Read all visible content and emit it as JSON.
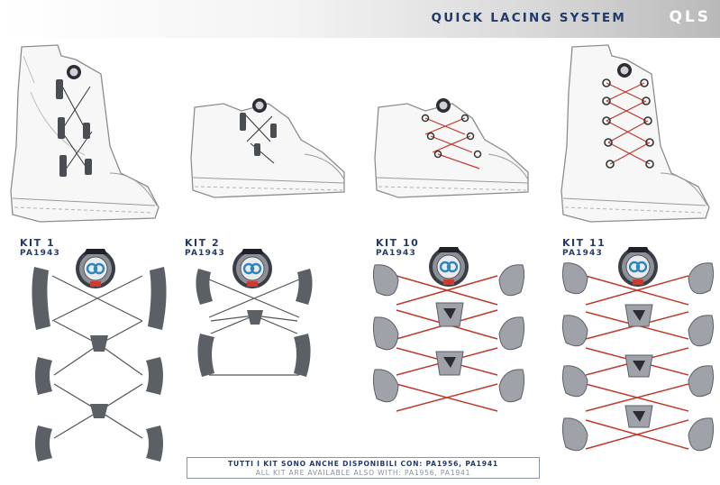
{
  "header": {
    "title": "QUICK LACING SYSTEM",
    "code": "QLS"
  },
  "kits": [
    {
      "name": "KIT 1",
      "code": "PA1943"
    },
    {
      "name": "KIT 2",
      "code": "PA1943"
    },
    {
      "name": "KIT 10",
      "code": "PA1943"
    },
    {
      "name": "KIT 11",
      "code": "PA1943"
    }
  ],
  "note": {
    "italian": "TUTTI I KIT SONO ANCHE DISPONIBILI CON: PA1956, PA1941",
    "english": "ALL KIT ARE AVAILABLE ALSO WITH: PA1956, PA1941"
  },
  "colors": {
    "title_blue": "#223a6b",
    "lace_red": "#c0392b",
    "part_gray": "#5b5f66"
  },
  "icons": [
    "boa-dial-icon",
    "lace-guide-icon",
    "boot-illustration"
  ]
}
